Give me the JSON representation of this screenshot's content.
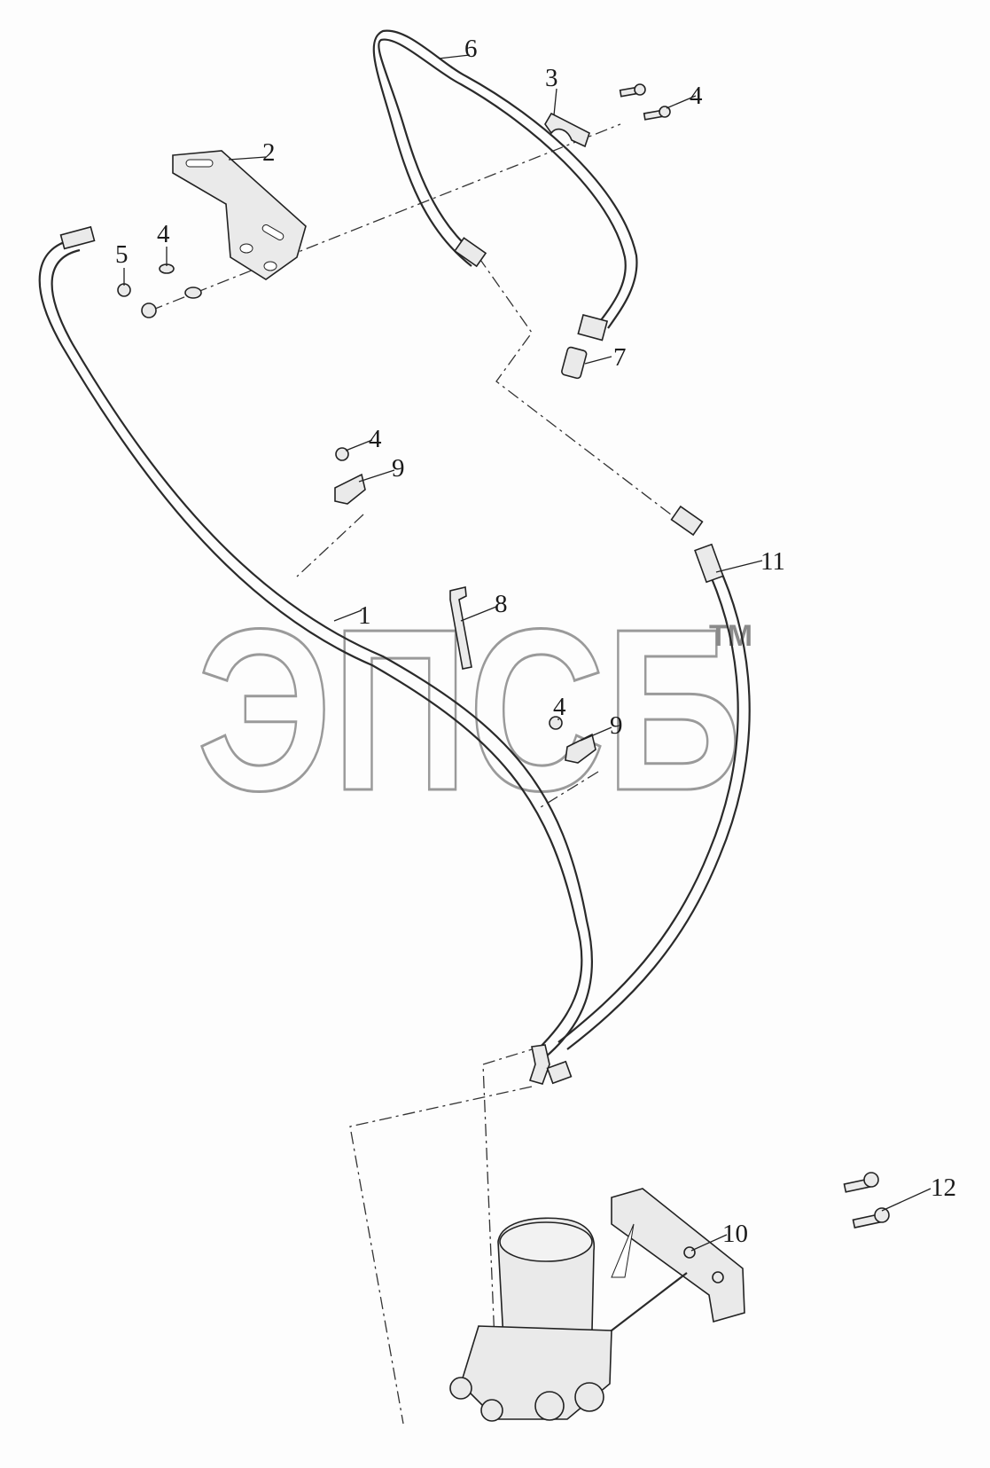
{
  "watermark": {
    "text": "ЭПСБ",
    "tm": "TM"
  },
  "callouts": {
    "c1": "1",
    "c2": "2",
    "c3": "3",
    "c4a": "4",
    "c4b": "4",
    "c4c": "4",
    "c4d": "4",
    "c5": "5",
    "c6": "6",
    "c7": "7",
    "c8": "8",
    "c9a": "9",
    "c9b": "9",
    "c10": "10",
    "c11": "11",
    "c12": "12"
  }
}
